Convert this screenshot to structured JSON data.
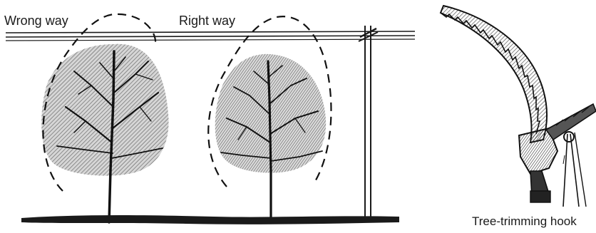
{
  "labels": {
    "wrong_way": "Wrong way",
    "right_way": "Right way",
    "hook": "Tree-trimming hook"
  },
  "colors": {
    "ink": "#1a1a1a",
    "shade": "#8a8a8a",
    "background": "#ffffff"
  }
}
